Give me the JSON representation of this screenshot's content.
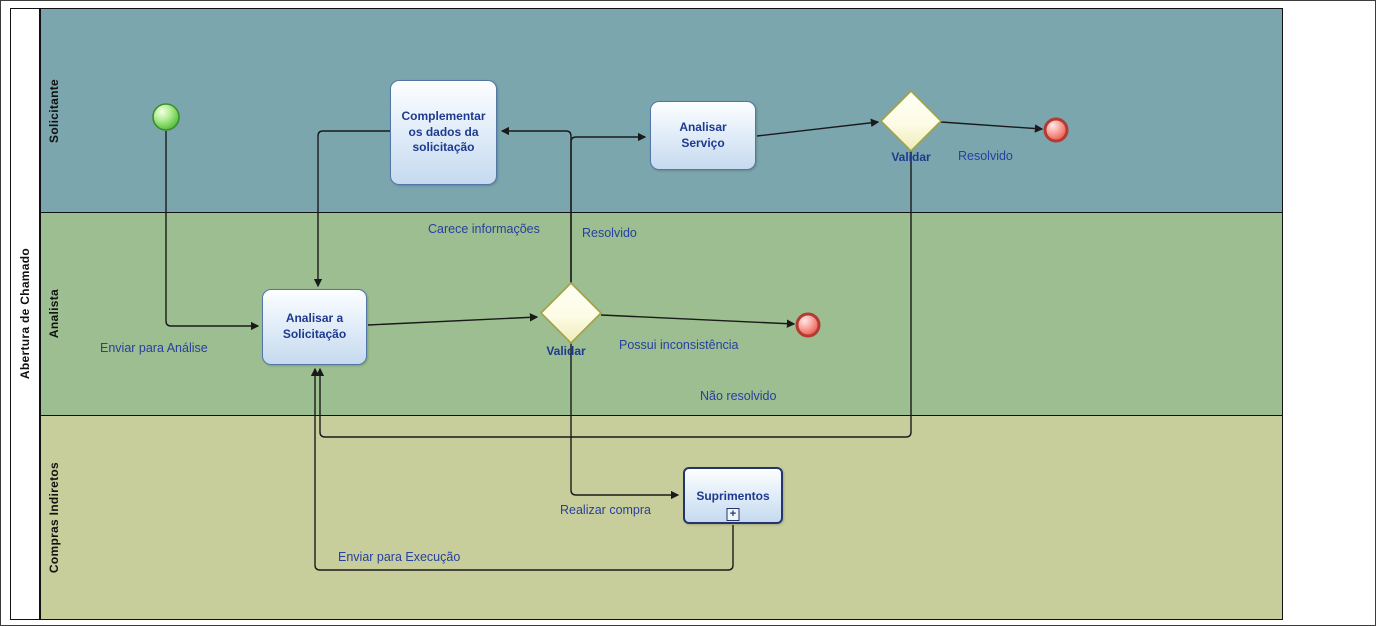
{
  "pool": {
    "label": "Abertura de Chamado"
  },
  "lanes": [
    {
      "label": "Solicitante"
    },
    {
      "label": "Analista"
    },
    {
      "label": "Compras Indiretos"
    }
  ],
  "nodes": {
    "complementar": {
      "type": "task",
      "label": "Complementar os dados da solicitação"
    },
    "analisar_servico": {
      "type": "task",
      "label": "Analisar Serviço"
    },
    "analisar_solicitacao": {
      "type": "task",
      "label": "Analisar a Solicitação"
    },
    "suprimentos": {
      "type": "subprocess",
      "label": "Suprimentos",
      "expand_icon": "+"
    },
    "validar_solicitante": {
      "type": "gateway",
      "label": "Validar"
    },
    "validar_analista": {
      "type": "gateway",
      "label": "Validar"
    },
    "inicio": {
      "type": "start-event"
    },
    "fim_solicitante": {
      "type": "end-event"
    },
    "fim_analista": {
      "type": "end-event"
    }
  },
  "flow_labels": {
    "enviar_para_analise": "Enviar para Análise",
    "carece_informacoes": "Carece informações",
    "resolvido_analista": "Resolvido",
    "possui_inconsistencia": "Possui inconsistência",
    "nao_resolvido": "Não resolvido",
    "resolvido_solicitante": "Resolvido",
    "realizar_compra": "Realizar compra",
    "enviar_para_execucao": "Enviar para Execução"
  },
  "colors": {
    "lane_solicitante": "#7BA6AE",
    "lane_analista": "#9CBE90",
    "lane_compras_indiretos": "#C8CE9B",
    "task_fill": "#D8E7F6",
    "task_border": "#5276A8",
    "task_text": "#1E3A8F",
    "gateway_fill": "#FBFADF",
    "gateway_border": "#A2A148",
    "flow_label_text": "#28409F",
    "start_event_fill": "#6FCF52",
    "end_event_fill": "#E64A3F"
  }
}
